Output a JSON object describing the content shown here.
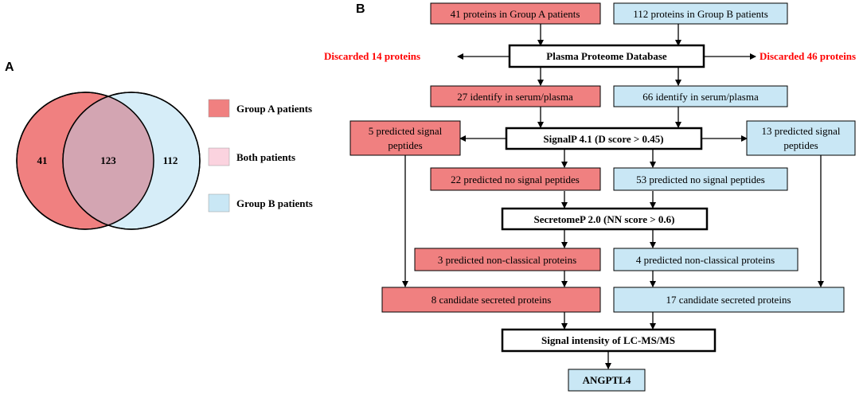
{
  "colors": {
    "group_a": "#f08080",
    "group_b": "#c9e7f5",
    "group_b_light": "#d6edf8",
    "both": "#fbd3df",
    "overlap": "#d3a5b2",
    "discard_text": "#ff0000",
    "stroke": "#000000"
  },
  "panel_a": {
    "letter": "A",
    "venn": {
      "left_only": "41",
      "both": "123",
      "right_only": "112"
    },
    "legend": [
      {
        "label": "Group A patients",
        "color_key": "group_a"
      },
      {
        "label": "Both patients",
        "color_key": "both"
      },
      {
        "label": "Group B patients",
        "color_key": "group_b"
      }
    ]
  },
  "panel_b": {
    "letter": "B",
    "boxes": {
      "a_total": "41 proteins in Group A patients",
      "b_total": "112 proteins in Group B patients",
      "ppd": "Plasma Proteome Database",
      "discard_left": "Discarded 14 proteins",
      "discard_right": "Discarded 46 proteins",
      "a_serum": "27 identify in serum/plasma",
      "b_serum": "66 identify in serum/plasma",
      "signalp": "SignalP 4.1 (D score > 0.45)",
      "a_signal_line1": "5 predicted signal",
      "a_signal_line2": "peptides",
      "b_signal_line1": "13 predicted signal",
      "b_signal_line2": "peptides",
      "a_nosignal": "22 predicted no signal peptides",
      "b_nosignal": "53 predicted no signal peptides",
      "secretomep": "SecretomeP 2.0 (NN score > 0.6)",
      "a_nonclassical": "3 predicted non-classical proteins",
      "b_nonclassical": "4 predicted non-classical proteins",
      "a_candidates": "8 candidate secreted proteins",
      "b_candidates": "17 candidate secreted proteins",
      "lcms": "Signal intensity of LC-MS/MS",
      "result": "ANGPTL4"
    }
  }
}
